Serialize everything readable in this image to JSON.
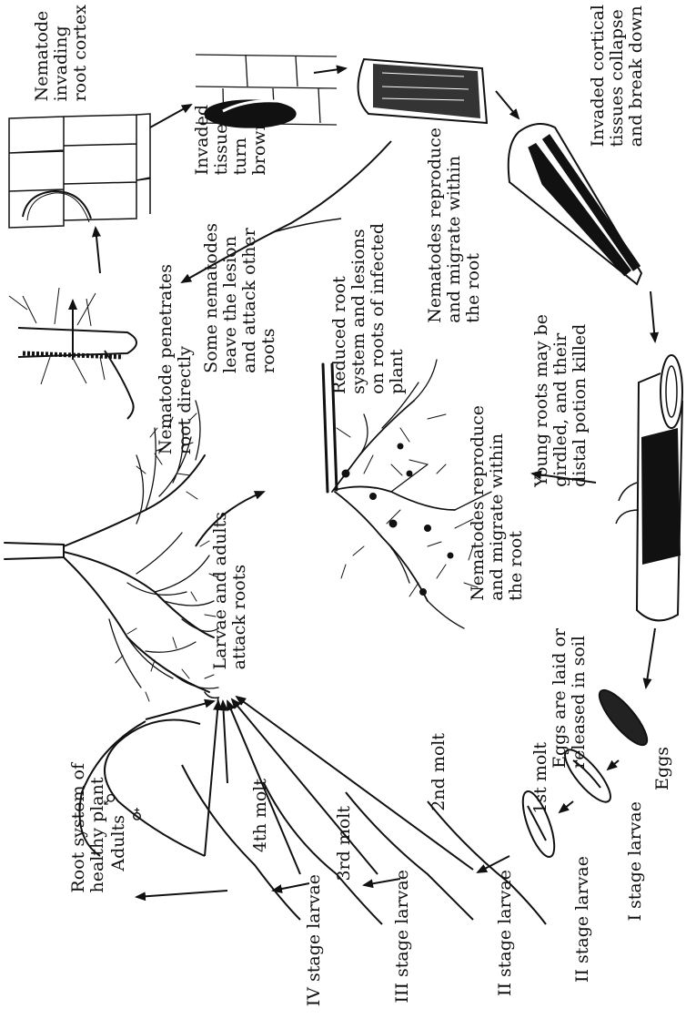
{
  "labels": {
    "root_system_healthy": "Root system of\nhealthy plant",
    "larvae_adults_attack": "Larvae and adults\nattack roots",
    "nematode_penetrates": "Nematode penetrates\nroot directly",
    "nematode_invading": "Nematode\ninvading\nroot cortex",
    "invaded_turn_brown": "Invaded\ntissues\nturn\nbrown",
    "some_nematodes_leave": "Some nematodes\nleave the lesion\nand attack other\nroots",
    "reduced_root_system": "Reduced root\nsystem and lesions\non roots of infected\nplant",
    "reproduce_migrate_top": "Nematodes reproduce\nand migrate within\nthe root",
    "invaded_cortical": "Invaded cortical\ntissues collapse\nand break down",
    "reproduce_migrate_mid": "Nematodes reproduce\nand migrate within\nthe root",
    "young_roots_girdled": "Young roots may be\ngirdled, and their\ndistal potion killed",
    "eggs_laid": "Eggs are laid or\nreleased in soil",
    "eggs": "Eggs",
    "i_stage_larvae": "I stage larvae",
    "first_molt": "1st molt",
    "ii_stage_larvae_egg": "II stage larvae",
    "ii_stage_larvae": "II stage larvae",
    "second_molt": "2nd molt",
    "iii_stage_larvae": "III stage larvae",
    "third_molt": "3rd molt",
    "iv_stage_larvae": "IV stage larvae",
    "fourth_molt": "4th molt",
    "adults": "Adults",
    "male_symbol": "♂",
    "female_symbol": "♀"
  }
}
